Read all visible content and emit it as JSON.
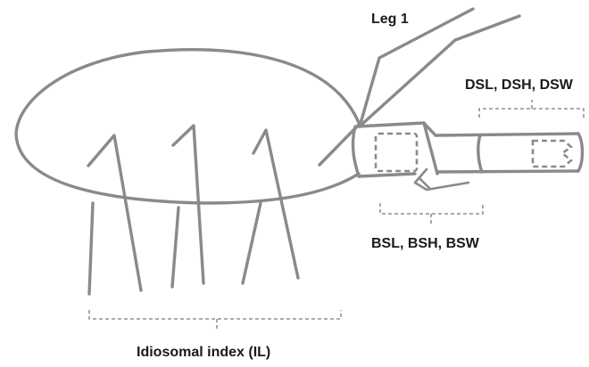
{
  "labels": {
    "leg": "Leg 1",
    "distal": "DSL, DSH, DSW",
    "basal": "BSL, BSH, BSW",
    "idiosomal": "Idiosomal index (IL)"
  },
  "colors": {
    "line": "#8a8a8a",
    "text": "#1a1a1a",
    "background": "#ffffff"
  }
}
